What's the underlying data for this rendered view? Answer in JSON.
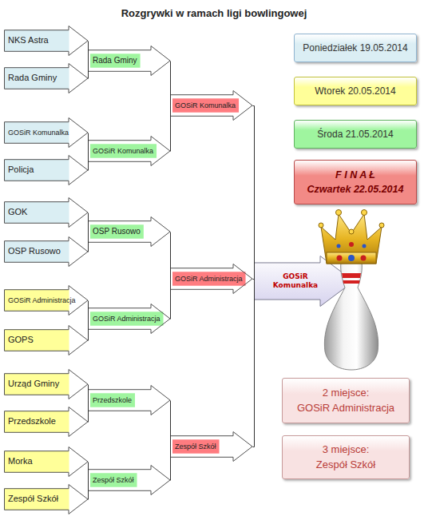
{
  "diagram": {
    "title": "Rozgrywki w ramach ligi bowlingowej",
    "nodes": [
      {
        "text": [
          "NKS Astra"
        ]
      },
      {
        "text": [
          "Rada Gminy"
        ]
      },
      {
        "text": [
          "GOSiR Komunalka"
        ]
      },
      {
        "text": [
          "Policja"
        ]
      },
      {
        "text": [
          "GOK"
        ]
      },
      {
        "text": [
          "OSP Rusowo"
        ]
      },
      {
        "text": [
          "GOSiR Administracja"
        ]
      },
      {
        "text": [
          "GOPS"
        ]
      },
      {
        "text": [
          "Urząd Gminy"
        ]
      },
      {
        "text": [
          "Przedszkole"
        ]
      },
      {
        "text": [
          "Morka"
        ]
      },
      {
        "text": [
          "Zespół Szkół"
        ]
      },
      {
        "text": [
          "Rada Gminy"
        ]
      },
      {
        "text": [
          "GOSiR Komunalka"
        ]
      },
      {
        "text": [
          "OSP Rusowo"
        ]
      },
      {
        "text": [
          "GOSiR Administracja"
        ]
      },
      {
        "text": [
          "Przedszkole"
        ]
      },
      {
        "text": [
          "Zespół Szkół"
        ]
      },
      {
        "text": [
          "GOSiR Komunalka"
        ]
      },
      {
        "text": [
          "GOSiR Administracja"
        ]
      },
      {
        "text": [
          "Zespół Szkół"
        ]
      },
      {
        "text": [
          "GOSiR Komunalka"
        ]
      },
      {
        "text": [
          "Poniedziałek 19.05.2014"
        ]
      },
      {
        "text": [
          "Wtorek 20.05.2014"
        ]
      },
      {
        "text": [
          "Środa 21.05.2014"
        ]
      },
      {
        "text": [
          "F I N A Ł",
          "Czwartek 22.05.2014"
        ]
      },
      {
        "text": [
          "2 miejsce:",
          "GOSiR Administracja"
        ]
      },
      {
        "text": [
          "3 miejsce:",
          "Zespół Szkół"
        ]
      }
    ],
    "edges": [
      {
        "from": 0,
        "to": 12,
        "arrow": "none"
      },
      {
        "from": 1,
        "to": 12,
        "arrow": "none"
      },
      {
        "from": 2,
        "to": 13,
        "arrow": "none"
      },
      {
        "from": 3,
        "to": 13,
        "arrow": "none"
      },
      {
        "from": 4,
        "to": 14,
        "arrow": "none"
      },
      {
        "from": 5,
        "to": 14,
        "arrow": "none"
      },
      {
        "from": 6,
        "to": 15,
        "arrow": "none"
      },
      {
        "from": 7,
        "to": 15,
        "arrow": "none"
      },
      {
        "from": 8,
        "to": 16,
        "arrow": "none"
      },
      {
        "from": 9,
        "to": 16,
        "arrow": "none"
      },
      {
        "from": 10,
        "to": 17,
        "arrow": "none"
      },
      {
        "from": 11,
        "to": 17,
        "arrow": "none"
      },
      {
        "from": 12,
        "to": 18,
        "arrow": "none"
      },
      {
        "from": 13,
        "to": 18,
        "arrow": "none"
      },
      {
        "from": 14,
        "to": 19,
        "arrow": "none"
      },
      {
        "from": 15,
        "to": 19,
        "arrow": "none"
      },
      {
        "from": 16,
        "to": 20,
        "arrow": "none"
      },
      {
        "from": 17,
        "to": 20,
        "arrow": "none"
      },
      {
        "from": 18,
        "to": 21,
        "arrow": "none"
      },
      {
        "from": 19,
        "to": 21,
        "arrow": "none"
      },
      {
        "from": 20,
        "to": 21,
        "arrow": "none"
      }
    ]
  }
}
